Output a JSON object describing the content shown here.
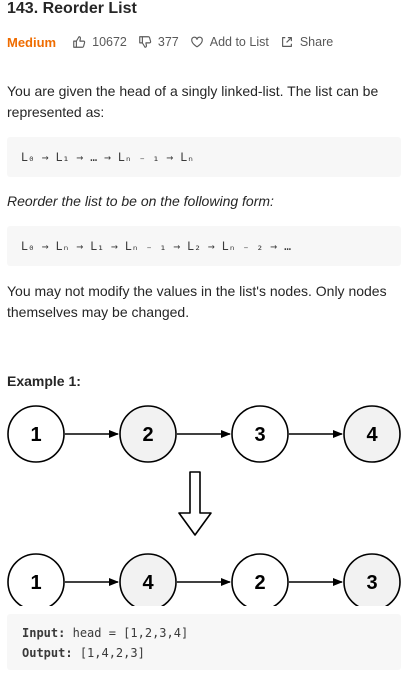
{
  "problem": {
    "title": "143. Reorder List",
    "difficulty": "Medium",
    "likes": "10672",
    "dislikes": "377",
    "add_to_list_label": "Add to List",
    "share_label": "Share"
  },
  "description": {
    "intro": "You are given the head of a singly linked-list. The list can be represented as:",
    "form1": "L₀ → L₁ → … → Lₙ ₋ ₁ → Lₙ",
    "reorder_text": "Reorder the list to be on the following form:",
    "form2": "L₀ → Lₙ → L₁ → Lₙ ₋ ₁ → L₂ → Lₙ ₋ ₂ → …",
    "constraint": "You may not modify the values in the list's nodes. Only nodes themselves may be changed."
  },
  "example1": {
    "title": "Example 1:",
    "before_nodes": [
      "1",
      "2",
      "3",
      "4"
    ],
    "after_nodes": [
      "1",
      "4",
      "2",
      "3"
    ],
    "input_label": "Input:",
    "input_value": "head = [1,2,3,4]",
    "output_label": "Output:",
    "output_value": "[1,4,2,3]"
  },
  "colors": {
    "difficulty": "#ef6c00",
    "node_plain": "#ffffff",
    "node_highlight": "#f2f2f2"
  }
}
